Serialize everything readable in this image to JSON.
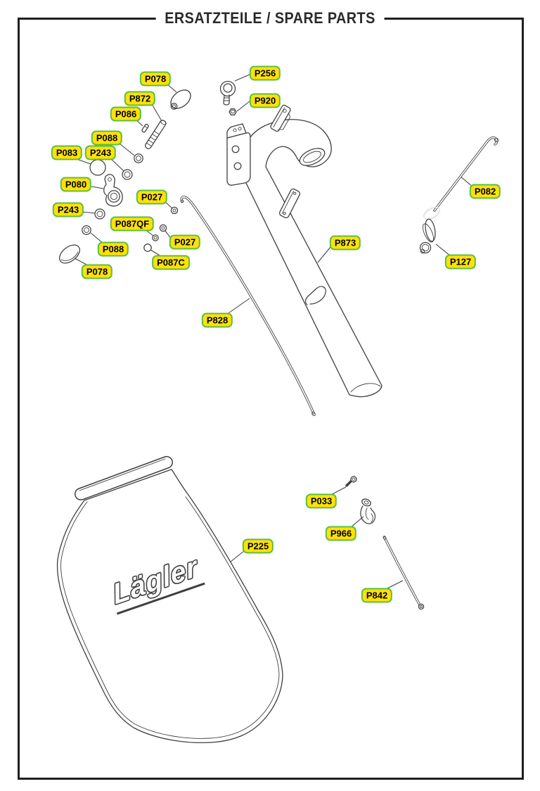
{
  "page": {
    "title": "ERSATZTEILE / SPARE PARTS",
    "brand_logo": "Lägler"
  },
  "colors": {
    "label_fill": "#FFE10A",
    "label_border": "#5CBF3F",
    "label_text": "#000000",
    "line": "#3F3F3F",
    "frame": "#1F1F1F",
    "background": "#FFFFFF"
  },
  "labels": [
    {
      "text": "P078"
    },
    {
      "text": "P872"
    },
    {
      "text": "P086"
    },
    {
      "text": "P088"
    },
    {
      "text": "P083"
    },
    {
      "text": "P243"
    },
    {
      "text": "P080"
    },
    {
      "text": "P243"
    },
    {
      "text": "P027"
    },
    {
      "text": "P087QF"
    },
    {
      "text": "P027"
    },
    {
      "text": "P088"
    },
    {
      "text": "P087C"
    },
    {
      "text": "P078"
    },
    {
      "text": "P256"
    },
    {
      "text": "P920"
    },
    {
      "text": "P873"
    },
    {
      "text": "P828"
    },
    {
      "text": "P082"
    },
    {
      "text": "P127"
    },
    {
      "text": "P225"
    },
    {
      "text": "P033"
    },
    {
      "text": "P966"
    },
    {
      "text": "P842"
    }
  ]
}
